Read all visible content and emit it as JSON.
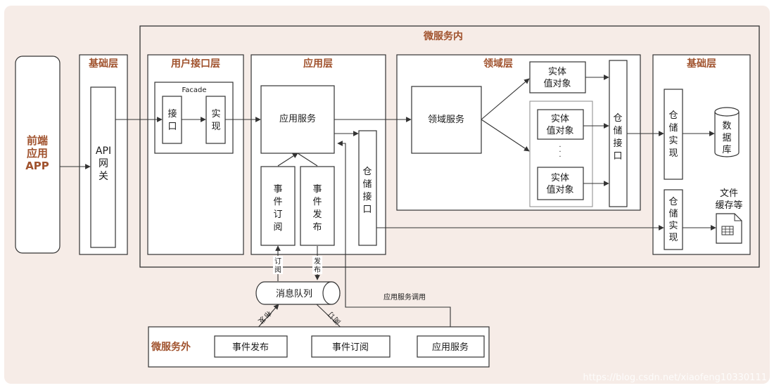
{
  "colors": {
    "background": "#f6ece7",
    "accent": "#a0522d",
    "line": "#333333"
  },
  "microservice_inner": {
    "title": "微服务内"
  },
  "frontend": {
    "line1": "前端",
    "line2": "应用",
    "line3": "APP"
  },
  "infra_left": {
    "title": "基础层",
    "gateway_line1": "API",
    "gateway_line2": "网",
    "gateway_line3": "关"
  },
  "user_interface": {
    "title": "用户接口层",
    "facade_label": "Facade",
    "interface_chars": [
      "接",
      "口"
    ],
    "impl_chars": [
      "实",
      "现"
    ]
  },
  "application": {
    "title": "应用层",
    "service_label": "应用服务",
    "event_subscribe_chars": [
      "事",
      "件",
      "订",
      "阅"
    ],
    "event_publish_chars": [
      "事",
      "件",
      "发",
      "布"
    ],
    "repo_interface_chars": [
      "仓",
      "储",
      "接",
      "口"
    ]
  },
  "domain": {
    "title": "领域层",
    "service_label": "领域服务",
    "entity_line1": "实体",
    "entity_line2": "值对象",
    "ellipsis": "·",
    "repo_interface_chars": [
      "仓",
      "储",
      "接",
      "口"
    ]
  },
  "infra_right": {
    "title": "基础层",
    "repo_impl_chars": [
      "仓",
      "储",
      "实",
      "现"
    ],
    "database_chars": [
      "数",
      "据",
      "库"
    ],
    "file_cache_line1": "文件",
    "file_cache_line2": "缓存等"
  },
  "connectors": {
    "subscribe_chars": [
      "订",
      "阅"
    ],
    "publish_chars": [
      "发",
      "布"
    ],
    "app_service_call": "应用服务调用"
  },
  "message_queue": {
    "label": "消息队列"
  },
  "microservice_outer": {
    "title": "微服务外",
    "event_publish": "事件发布",
    "event_subscribe": "事件订阅",
    "app_service": "应用服务"
  },
  "watermark": "https://blog.csdn.net/xiaofeng10330111"
}
